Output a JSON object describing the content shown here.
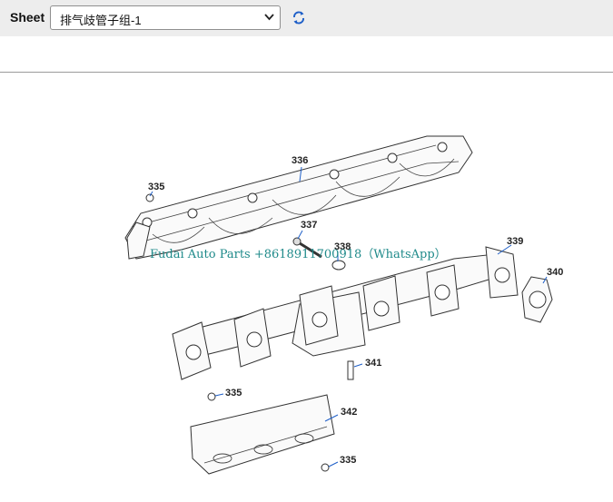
{
  "toolbar": {
    "sheet_label": "Sheet",
    "sheet_selected": "排气歧管子组-1",
    "refresh_icon": "refresh-icon"
  },
  "diagram": {
    "watermark": "Fudai Auto Parts +8618911700918（WhatsApp）",
    "callouts": {
      "c336": "336",
      "c335a": "335",
      "c337": "337",
      "c338": "338",
      "c339": "339",
      "c340": "340",
      "c341": "341",
      "c335b": "335",
      "c342": "342",
      "c335c": "335"
    }
  }
}
